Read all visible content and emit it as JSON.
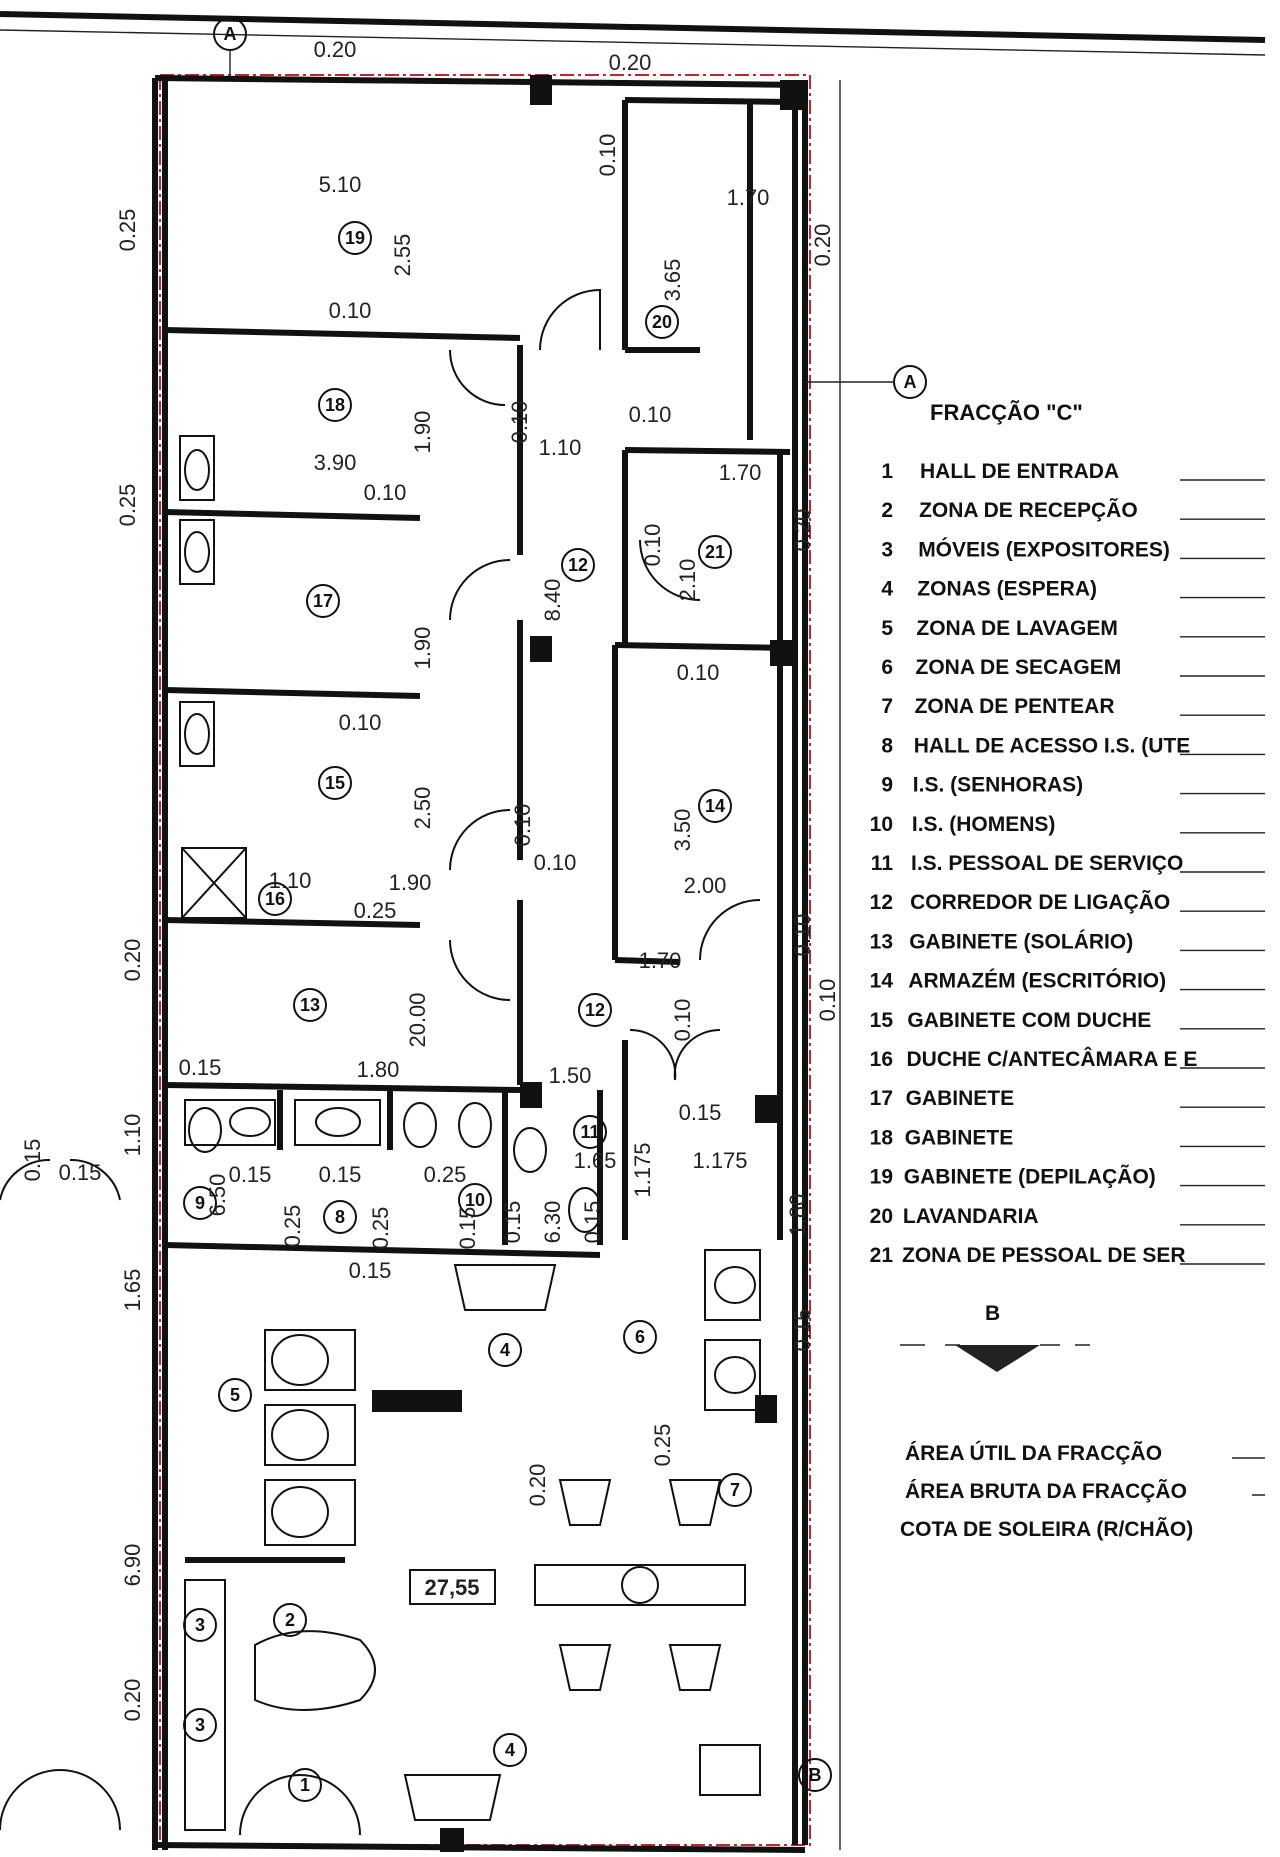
{
  "legend": {
    "title": "FRACÇÃO \"C\"",
    "items": [
      {
        "num": "1",
        "label": "HALL DE ENTRADA"
      },
      {
        "num": "2",
        "label": "ZONA DE RECEPÇÃO"
      },
      {
        "num": "3",
        "label": "MÓVEIS (EXPOSITORES)"
      },
      {
        "num": "4",
        "label": "ZONAS (ESPERA)"
      },
      {
        "num": "5",
        "label": "ZONA DE LAVAGEM"
      },
      {
        "num": "6",
        "label": "ZONA DE SECAGEM"
      },
      {
        "num": "7",
        "label": "ZONA DE PENTEAR"
      },
      {
        "num": "8",
        "label": "HALL DE ACESSO I.S. (UTE"
      },
      {
        "num": "9",
        "label": "I.S. (SENHORAS)"
      },
      {
        "num": "10",
        "label": "I.S. (HOMENS)"
      },
      {
        "num": "11",
        "label": "I.S. PESSOAL DE SERVIÇO"
      },
      {
        "num": "12",
        "label": "CORREDOR DE LIGAÇÃO"
      },
      {
        "num": "13",
        "label": "GABINETE (SOLÁRIO)"
      },
      {
        "num": "14",
        "label": "ARMAZÉM (ESCRITÓRIO)"
      },
      {
        "num": "15",
        "label": "GABINETE COM DUCHE"
      },
      {
        "num": "16",
        "label": "DUCHE C/ANTECÂMARA E E"
      },
      {
        "num": "17",
        "label": "GABINETE"
      },
      {
        "num": "18",
        "label": "GABINETE"
      },
      {
        "num": "19",
        "label": "GABINETE (DEPILAÇÃO)"
      },
      {
        "num": "20",
        "label": "LAVANDARIA"
      },
      {
        "num": "21",
        "label": "ZONA DE PESSOAL DE SER"
      }
    ],
    "footer": [
      "ÁREA ÚTIL DA FRACÇÃO",
      "ÁREA BRUTA DA FRACÇÃO",
      "COTA DE SOLEIRA (R/CHÃO)"
    ]
  },
  "section_markers": {
    "a": "A",
    "b": "B"
  },
  "area_label": "27,55",
  "room_labels": [
    "19",
    "20",
    "18",
    "12",
    "21",
    "17",
    "15",
    "14",
    "16",
    "13",
    "12",
    "9",
    "8",
    "10",
    "11",
    "4",
    "6",
    "5",
    "2",
    "7",
    "1",
    "4",
    "3",
    "3"
  ],
  "dimensions": [
    "0.20",
    "0.20",
    "5.10",
    "0.25",
    "2.55",
    "0.10",
    "1.70",
    "0.20",
    "3.65",
    "0.10",
    "0.10",
    "1.90",
    "0.10",
    "1.10",
    "0.25",
    "3.90",
    "1.70",
    "0.20",
    "0.10",
    "0.10",
    "2.10",
    "8.40",
    "1.90",
    "0.10",
    "0.10",
    "2.50",
    "0.10",
    "3.50",
    "0.10",
    "1.10",
    "1.90",
    "2.00",
    "1.70",
    "0.10",
    "0.20",
    "0.25",
    "0.10",
    "20.00",
    "0.10",
    "1.80",
    "1.50",
    "0.15",
    "0.15",
    "0.15",
    "0.15",
    "0.15",
    "0.25",
    "1.65",
    "1.175",
    "1.10",
    "1.175",
    "1.80",
    "1.65",
    "0.15",
    "0.15",
    "0.20",
    "0.25",
    "6.90",
    "0.20",
    "6.50",
    "6.30",
    "0.25",
    "0.25",
    "0.15",
    "0.15",
    "0.15",
    "0.15"
  ]
}
